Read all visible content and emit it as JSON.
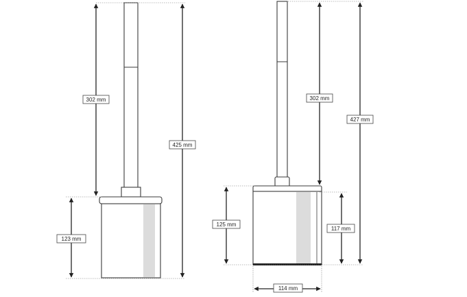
{
  "left_model": {
    "dim_handle": "302 mm",
    "dim_total": "425 mm",
    "dim_container": "123 mm"
  },
  "right_model": {
    "dim_handle": "302 mm",
    "dim_total": "427 mm",
    "dim_container_outer": "125 mm",
    "dim_container_inner": "117 mm",
    "dim_width": "114 mm"
  },
  "colors": {
    "line": "#3a3a3a",
    "shade": "#dcdcdc",
    "dimension": "#222222"
  }
}
